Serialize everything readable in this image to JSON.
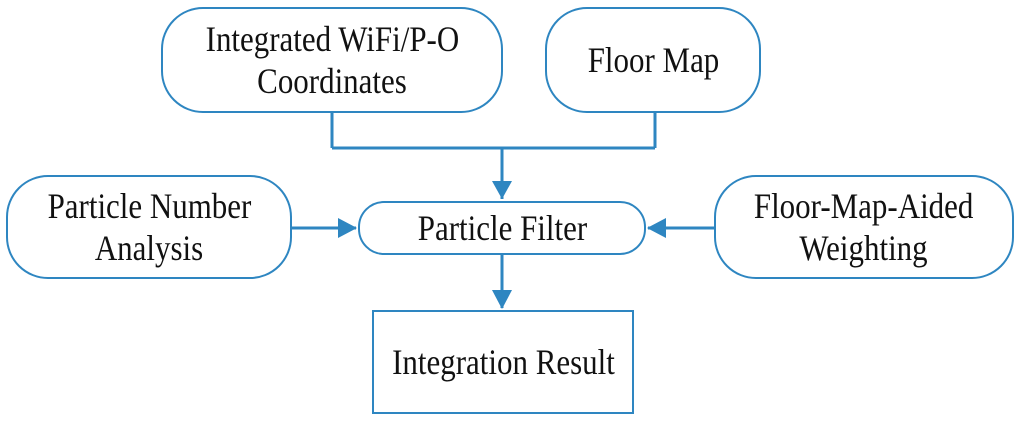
{
  "colors": {
    "accent": "#2E86C1",
    "text": "#111111",
    "background": "#ffffff"
  },
  "nodes": {
    "wifi": {
      "line1": "Integrated WiFi/P-O",
      "line2": "Coordinates"
    },
    "floor_map": {
      "line1": "Floor Map"
    },
    "particle_number": {
      "line1": "Particle Number",
      "line2": "Analysis"
    },
    "particle_filter": {
      "line1": "Particle Filter"
    },
    "floor_map_aided": {
      "line1": "Floor-Map-Aided",
      "line2": "Weighting"
    },
    "integration_result": {
      "line1": "Integration Result"
    }
  },
  "edges": [
    {
      "from": "wifi",
      "to": "particle_filter"
    },
    {
      "from": "floor_map",
      "to": "particle_filter"
    },
    {
      "from": "particle_number",
      "to": "particle_filter"
    },
    {
      "from": "floor_map_aided",
      "to": "particle_filter"
    },
    {
      "from": "particle_filter",
      "to": "integration_result"
    }
  ]
}
